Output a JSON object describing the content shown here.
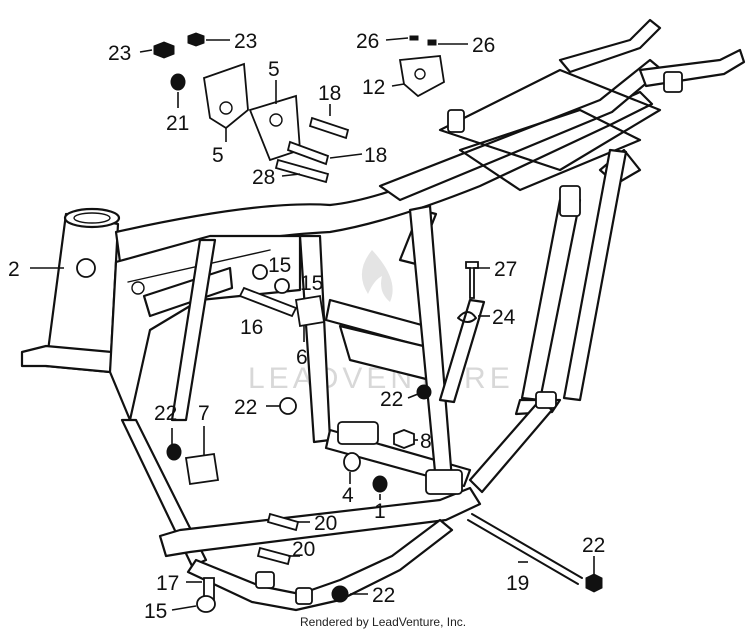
{
  "watermark": "LEADVENTURE",
  "credit": "Rendered by LeadVenture, Inc.",
  "callouts": [
    {
      "label": "23"
    },
    {
      "label": "23"
    },
    {
      "label": "26"
    },
    {
      "label": "26"
    },
    {
      "label": "21"
    },
    {
      "label": "5"
    },
    {
      "label": "5"
    },
    {
      "label": "18"
    },
    {
      "label": "18"
    },
    {
      "label": "12"
    },
    {
      "label": "28"
    },
    {
      "label": "2"
    },
    {
      "label": "15"
    },
    {
      "label": "15"
    },
    {
      "label": "27"
    },
    {
      "label": "16"
    },
    {
      "label": "24"
    },
    {
      "label": "6"
    },
    {
      "label": "22"
    },
    {
      "label": "7"
    },
    {
      "label": "22"
    },
    {
      "label": "22"
    },
    {
      "label": "8"
    },
    {
      "label": "4"
    },
    {
      "label": "1"
    },
    {
      "label": "20"
    },
    {
      "label": "20"
    },
    {
      "label": "22"
    },
    {
      "label": "19"
    },
    {
      "label": "17"
    },
    {
      "label": "15"
    },
    {
      "label": "22"
    }
  ]
}
